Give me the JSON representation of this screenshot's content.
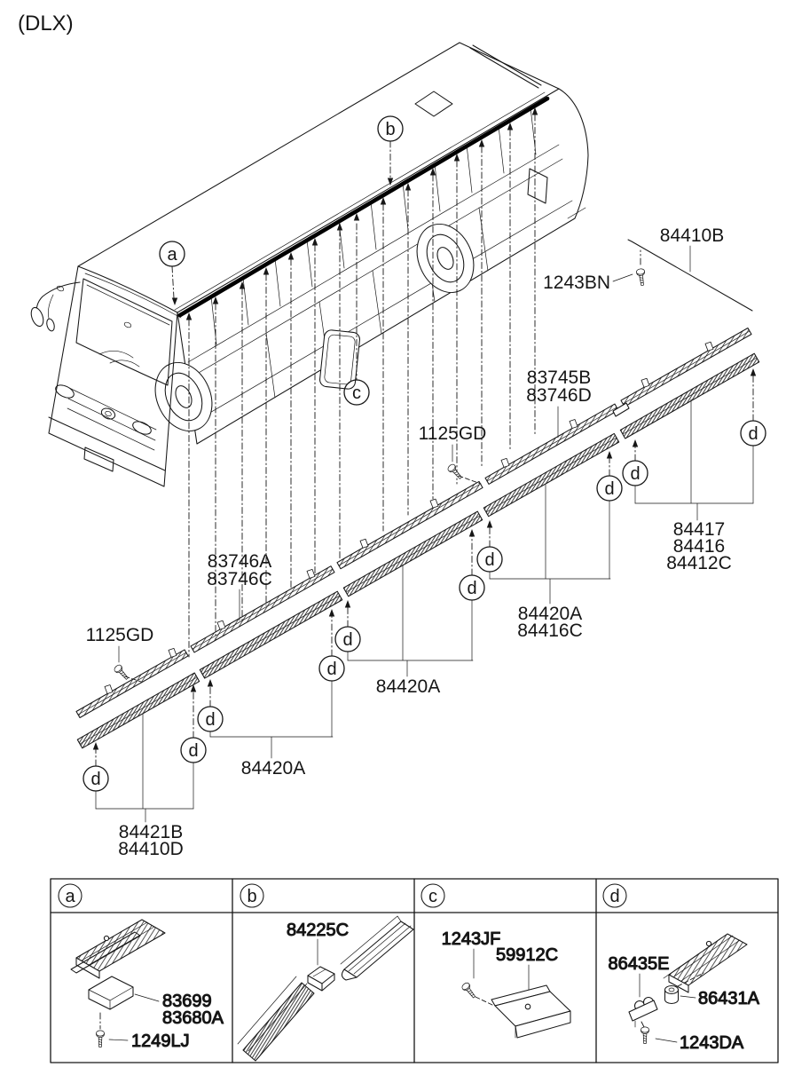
{
  "page": {
    "variant": "(DLX)"
  },
  "callouts": {
    "a": "a",
    "b": "b",
    "c": "c",
    "d": "d"
  },
  "parts": {
    "roof_rear_moulding": "84410B",
    "roof_rear_screw": "1243BN",
    "drip_rear_1": "83745B",
    "drip_rear_2": "83746D",
    "drip_front_1": "83746A",
    "drip_front_2": "83746C",
    "drip_screw": "1125GD",
    "waist_rear_1": "84417",
    "waist_rear_2": "84416",
    "waist_rear_3": "84412C",
    "waist_mid_group_1": "84420A",
    "waist_mid_group_2": "84416C",
    "waist_mid": "84420A",
    "waist_low": "84420A",
    "waist_front_1": "84421B",
    "waist_front_2": "84410D"
  },
  "legend": {
    "cells": [
      {
        "callout": "a",
        "parts": [
          "83699",
          "83680A",
          "1249LJ"
        ]
      },
      {
        "callout": "b",
        "parts": [
          "84225C"
        ]
      },
      {
        "callout": "c",
        "parts": [
          "1243JF",
          "59912C"
        ]
      },
      {
        "callout": "d",
        "parts": [
          "86435E",
          "86431A",
          "1243DA"
        ]
      }
    ]
  },
  "colors": {
    "ink": "#161616",
    "paper": "#ffffff"
  }
}
